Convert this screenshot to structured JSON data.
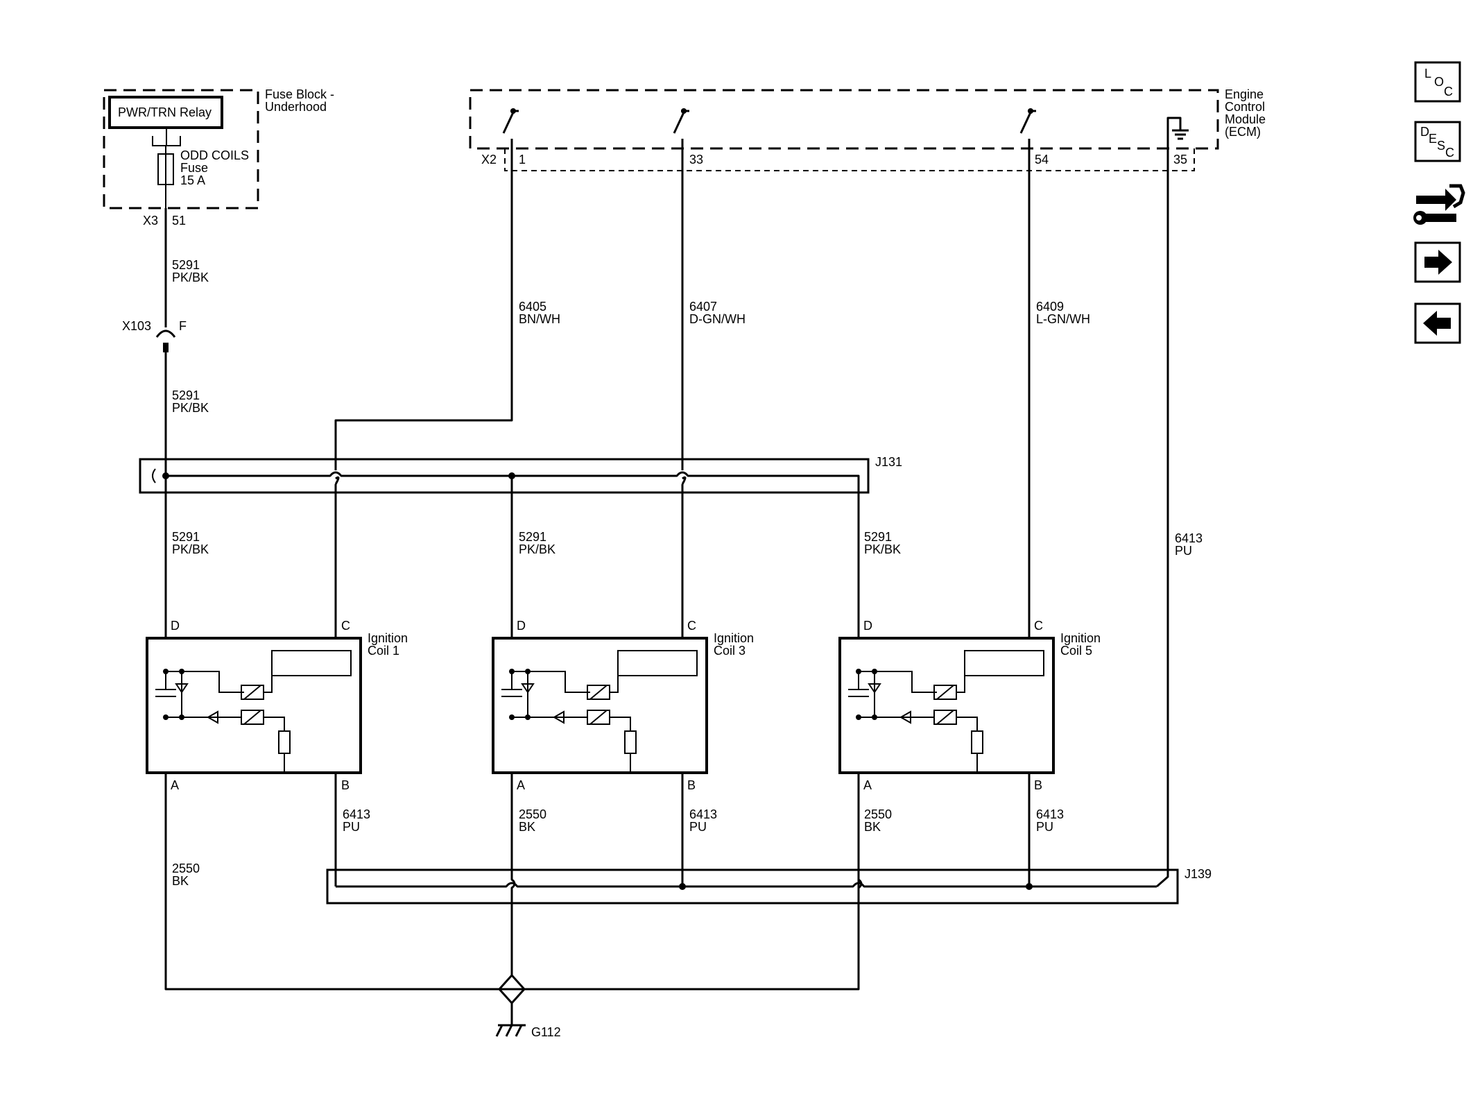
{
  "fuse_block": {
    "relay_label": "PWR/TRN Relay",
    "title_line1": "Fuse Block -",
    "title_line2": "Underhood",
    "fuse_line1": "ODD COILS",
    "fuse_line2": "Fuse",
    "fuse_line3": "15 A",
    "connector": "X3",
    "pin": "51"
  },
  "ecm": {
    "title_line1": "Engine",
    "title_line2": "Control",
    "title_line3": "Module",
    "title_line4": "(ECM)",
    "connector": "X2",
    "pins": [
      "1",
      "33",
      "54",
      "35"
    ]
  },
  "inline_connector": {
    "name": "X103",
    "pin": "F"
  },
  "wires": {
    "w5291_num": "5291",
    "w5291_color": "PK/BK",
    "w6405_num": "6405",
    "w6405_color": "BN/WH",
    "w6407_num": "6407",
    "w6407_color": "D-GN/WH",
    "w6409_num": "6409",
    "w6409_color": "L-GN/WH",
    "w6413_num": "6413",
    "w6413_color": "PU",
    "w2550_num": "2550",
    "w2550_color": "BK"
  },
  "splices": {
    "top": "J131",
    "bottom": "J139"
  },
  "coils": [
    {
      "name_line1": "Ignition",
      "name_line2": "Coil 1"
    },
    {
      "name_line1": "Ignition",
      "name_line2": "Coil 3"
    },
    {
      "name_line1": "Ignition",
      "name_line2": "Coil 5"
    }
  ],
  "coil_pins": {
    "d": "D",
    "c": "C",
    "a": "A",
    "b": "B"
  },
  "ground": {
    "name": "G112"
  },
  "nav_icons": {
    "loc": {
      "l": "L",
      "o": "O",
      "c": "C"
    },
    "desc": {
      "d": "D",
      "e": "E",
      "s": "S",
      "c": "C"
    },
    "items": [
      "loc-icon",
      "desc-icon",
      "connector-wrench-icon",
      "arrow-right-icon",
      "arrow-left-icon"
    ]
  }
}
